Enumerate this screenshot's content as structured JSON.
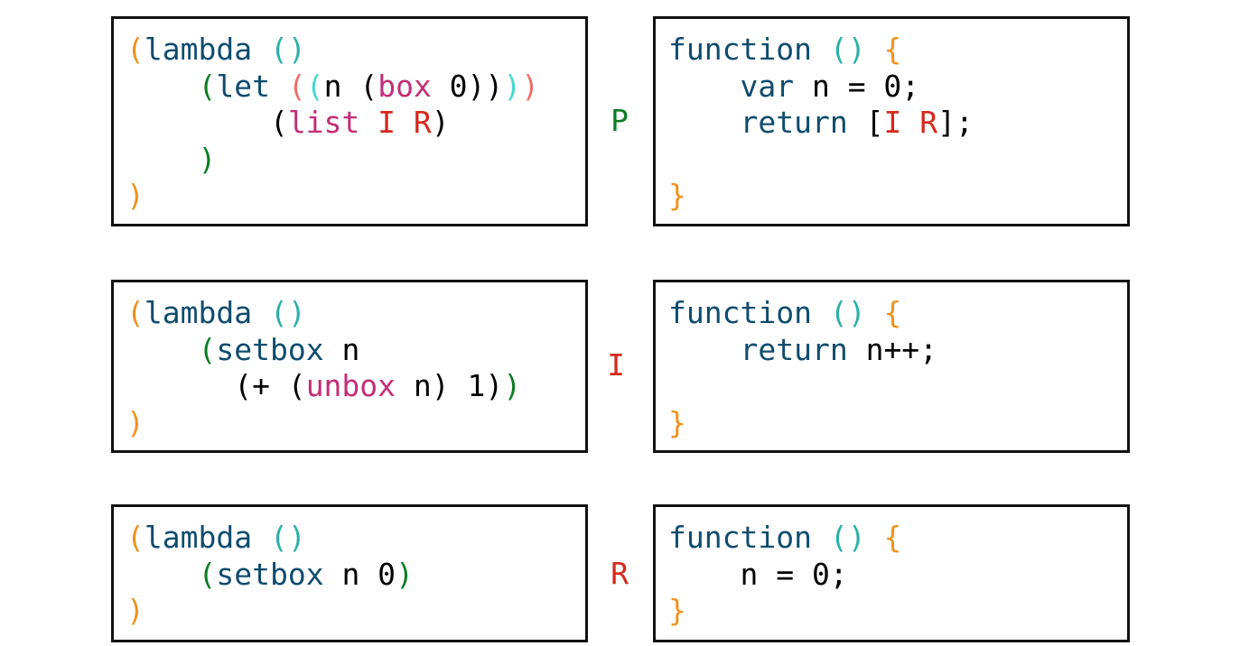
{
  "colors": {
    "keyword": "#0f4c6e",
    "plain": "#000000",
    "paren_orange": "#f0921c",
    "paren_teal": "#2ab0aa",
    "paren_green": "#0b7d23",
    "paren_salmon": "#f06d6b",
    "paren_cyan": "#46d7d0",
    "magenta": "#c22e77",
    "red": "#d5281c"
  },
  "rows": [
    {
      "label": "P",
      "label_color": "#0b7d23",
      "scheme": [
        [
          {
            "t": "(",
            "c": "paren_orange"
          },
          {
            "t": "lambda",
            "c": "keyword"
          },
          {
            "t": " ",
            "c": "plain"
          },
          {
            "t": "()",
            "c": "paren_teal"
          }
        ],
        [
          {
            "t": "    ",
            "c": "plain"
          },
          {
            "t": "(",
            "c": "paren_green"
          },
          {
            "t": "let",
            "c": "keyword"
          },
          {
            "t": " ",
            "c": "plain"
          },
          {
            "t": "(",
            "c": "paren_salmon"
          },
          {
            "t": "(",
            "c": "paren_cyan"
          },
          {
            "t": "n (",
            "c": "plain"
          },
          {
            "t": "box",
            "c": "magenta"
          },
          {
            "t": " 0))",
            "c": "plain"
          },
          {
            "t": ")",
            "c": "paren_cyan"
          },
          {
            "t": ")",
            "c": "paren_salmon"
          }
        ],
        [
          {
            "t": "        (",
            "c": "plain"
          },
          {
            "t": "list",
            "c": "magenta"
          },
          {
            "t": " ",
            "c": "plain"
          },
          {
            "t": "I",
            "c": "red"
          },
          {
            "t": " ",
            "c": "plain"
          },
          {
            "t": "R",
            "c": "red"
          },
          {
            "t": ")",
            "c": "plain"
          }
        ],
        [
          {
            "t": "    ",
            "c": "plain"
          },
          {
            "t": ")",
            "c": "paren_green"
          }
        ],
        [
          {
            "t": ")",
            "c": "paren_orange"
          }
        ]
      ],
      "js": [
        [
          {
            "t": "function",
            "c": "keyword"
          },
          {
            "t": " ",
            "c": "plain"
          },
          {
            "t": "()",
            "c": "paren_teal"
          },
          {
            "t": " ",
            "c": "plain"
          },
          {
            "t": "{",
            "c": "paren_orange"
          }
        ],
        [
          {
            "t": "    ",
            "c": "plain"
          },
          {
            "t": "var",
            "c": "keyword"
          },
          {
            "t": " n = 0;",
            "c": "plain"
          }
        ],
        [
          {
            "t": "    ",
            "c": "plain"
          },
          {
            "t": "return",
            "c": "keyword"
          },
          {
            "t": " [",
            "c": "plain"
          },
          {
            "t": "I",
            "c": "red"
          },
          {
            "t": " ",
            "c": "plain"
          },
          {
            "t": "R",
            "c": "red"
          },
          {
            "t": "];",
            "c": "plain"
          }
        ],
        [
          {
            "t": "",
            "c": "plain"
          }
        ],
        [
          {
            "t": "}",
            "c": "paren_orange"
          }
        ]
      ]
    },
    {
      "label": "I",
      "label_color": "#d5281c",
      "scheme": [
        [
          {
            "t": "(",
            "c": "paren_orange"
          },
          {
            "t": "lambda",
            "c": "keyword"
          },
          {
            "t": " ",
            "c": "plain"
          },
          {
            "t": "()",
            "c": "paren_teal"
          }
        ],
        [
          {
            "t": "    ",
            "c": "plain"
          },
          {
            "t": "(",
            "c": "paren_green"
          },
          {
            "t": "setbox",
            "c": "keyword"
          },
          {
            "t": " n",
            "c": "plain"
          }
        ],
        [
          {
            "t": "      (+ (",
            "c": "plain"
          },
          {
            "t": "unbox",
            "c": "magenta"
          },
          {
            "t": " n) 1)",
            "c": "plain"
          },
          {
            "t": ")",
            "c": "paren_green"
          }
        ],
        [
          {
            "t": ")",
            "c": "paren_orange"
          }
        ]
      ],
      "js": [
        [
          {
            "t": "function",
            "c": "keyword"
          },
          {
            "t": " ",
            "c": "plain"
          },
          {
            "t": "()",
            "c": "paren_teal"
          },
          {
            "t": " ",
            "c": "plain"
          },
          {
            "t": "{",
            "c": "paren_orange"
          }
        ],
        [
          {
            "t": "    ",
            "c": "plain"
          },
          {
            "t": "return",
            "c": "keyword"
          },
          {
            "t": " n++;",
            "c": "plain"
          }
        ],
        [
          {
            "t": "",
            "c": "plain"
          }
        ],
        [
          {
            "t": "}",
            "c": "paren_orange"
          }
        ]
      ]
    },
    {
      "label": "R",
      "label_color": "#d5281c",
      "scheme": [
        [
          {
            "t": "(",
            "c": "paren_orange"
          },
          {
            "t": "lambda",
            "c": "keyword"
          },
          {
            "t": " ",
            "c": "plain"
          },
          {
            "t": "()",
            "c": "paren_teal"
          }
        ],
        [
          {
            "t": "    ",
            "c": "plain"
          },
          {
            "t": "(",
            "c": "paren_green"
          },
          {
            "t": "setbox",
            "c": "keyword"
          },
          {
            "t": " n 0",
            "c": "plain"
          },
          {
            "t": ")",
            "c": "paren_green"
          }
        ],
        [
          {
            "t": ")",
            "c": "paren_orange"
          }
        ]
      ],
      "js": [
        [
          {
            "t": "function",
            "c": "keyword"
          },
          {
            "t": " ",
            "c": "plain"
          },
          {
            "t": "()",
            "c": "paren_teal"
          },
          {
            "t": " ",
            "c": "plain"
          },
          {
            "t": "{",
            "c": "paren_orange"
          }
        ],
        [
          {
            "t": "    n = 0;",
            "c": "plain"
          }
        ],
        [
          {
            "t": "}",
            "c": "paren_orange"
          }
        ]
      ]
    }
  ]
}
